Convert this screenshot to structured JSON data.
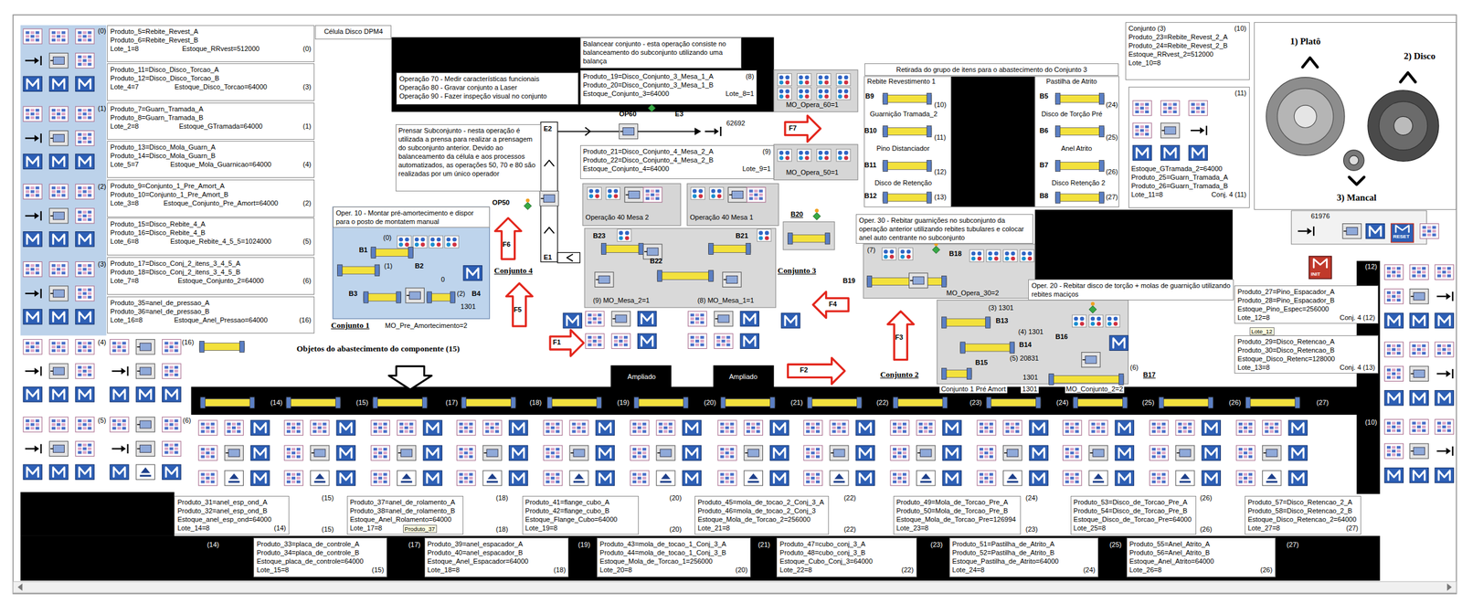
{
  "diagram": {
    "nodes": [
      {
        "text": [
          "Produto_5=Rebite_Revest_A",
          "Produto_6=Rebite_Revest_B",
          "Lote_1=8",
          "Estoque_RRvest=512000",
          "(0)"
        ]
      },
      {
        "text": [
          "Produto_11=Disco_Disco_Torcao_A",
          "Produto_12=Disco_Disco_Torcao_B",
          "Lote_4=7",
          "Estoque_Disco_Torcao=64000",
          "(3)"
        ]
      },
      {
        "text": [
          "Produto_7=Guarn_Tramada_A",
          "Produto_8=Guarn_Tramada_B",
          "Lote_2=8",
          "Estoque_GTramada=64000",
          "(1)"
        ]
      },
      {
        "text": [
          "Produto_13=Disco_Mola_Guarn_A",
          "Produto_14=Disco_Mola_Guarn_B",
          "Lote_5=7",
          "Estoque_Mola_Guarnicao=64000",
          "(4)"
        ]
      },
      {
        "text": [
          "Produto_9=Conjunto_1_Pre_Amort_A",
          "Produto_10=Conjunto_1_Pre_Amort_B",
          "Lote_3=8",
          "Estoque_Conjunto_Pre_Amort=64000",
          "(2)"
        ]
      },
      {
        "text": [
          "Produto_15=Disco_Rebite_4_A",
          "Produto_16=Disco_Rebite_4_B",
          "Lote_6=8",
          "Estoque_Rebite_4_5_5=1024000",
          "(5)"
        ]
      },
      {
        "text": [
          "Produto_17=Disco_Conj_2_itens_3_4_5_A",
          "Produto_18=Disco_Conj_2_itens_3_4_5_B",
          "Lote_7=8",
          "Estoque_Conjunto_2=64000",
          "(6)"
        ]
      },
      {
        "text": [
          "Produto_35=anel_de_pressao_A",
          "Produto_36=anel_de_pressao_B",
          "Lote_16=8",
          "Estoque_Anel_Pressao=64000",
          "(16)"
        ]
      },
      {
        "text": [
          "Célula Disco DPM4"
        ]
      },
      {
        "text": [
          "Balancear conjunto - esta operação consiste no balanceamento do subconjunto utilizando uma balança"
        ]
      },
      {
        "text": [
          "Operação 70 - Medir características funcionais",
          "Operação 80 - Gravar conjunto a Laser",
          "Operação 90 - Fazer inspeção visual no conjunto"
        ]
      },
      {
        "text": [
          "Produto_19=Disco_Conjunto_3_Mesa_1_A",
          "(8)",
          "Produto_20=Disco_Conjunto_3_Mesa_1_B",
          "Estoque_Conjunto_3=64000",
          "Lote_8=1"
        ]
      },
      {
        "text": [
          "Prensar Subconjunto - nesta operação é utilizada a prensa para realizar a prensagem do subconjunto anterior. Devido ao balanceamento da célula e aos processos automatizados, as operações 50, 70 e 80 são realizadas por um único operador"
        ]
      },
      {
        "text": [
          "Produto_21=Disco_Conjunto_4_Mesa_2_A",
          "(9)",
          "Produto_22=Disco_Conjunto_4_Mesa_2_B",
          "Estoque_Conjunto_4=64000",
          "Lote_9=1"
        ]
      },
      {
        "text": [
          "Oper. 10 - Montar pré-amortecimento e dispor para o posto de montatem manual"
        ]
      },
      {
        "text": [
          "Retirada do grupo de itens para o abastecimento do Conjunto 3"
        ]
      },
      {
        "text": [
          "Conjunto (3)",
          "(10)",
          "Produto_23=Rebite_Revest_2_A",
          "Produto_24=Rebite_Revest_2_B",
          "Estoque_RRvest_2=512000",
          "Lote_10=8"
        ]
      },
      {
        "text": [
          "(11)",
          "Estoque_GTramada_2=64000",
          "Produto_25=Guarn_Tramada_A",
          "Produto_26=Guarn_Tramada_B",
          "Lote_11=8",
          "Conj. 4 (11)"
        ]
      },
      {
        "text": [
          "1) Platô",
          "2) Disco",
          "3) Mancal"
        ]
      },
      {
        "text": [
          "Oper. 30 - Rebitar guarnições no subconjunto da operação anterior utilizando rebites tubulares e colocar anel auto centrante no subconjunto"
        ]
      },
      {
        "text": [
          "Oper. 20 - Rebitar disco de torção + molas de guarnição utilizando rebites maciços"
        ]
      },
      {
        "text": [
          "Produto_27=Pino_Espacador_A",
          "Produto_28=Pino_Espacador_B",
          "Estoque_Pino_Espec=256000",
          "Lote_12=8",
          "Conj. 4 (12)"
        ]
      },
      {
        "text": [
          "Produto_29=Disco_Retencao_A",
          "Produto_30=Disco_Retencao_B",
          "Estoque_Disco_Retenc=128000",
          "Lote_13=8",
          "Conj. 4 (13)"
        ]
      },
      {
        "text": [
          "Produto_31=anel_esp_ond_A",
          "Produto_32=anel_esp_ond_B",
          "Estoque_anel_esp_ond=64000",
          "Lote_14=8",
          "(14)"
        ]
      },
      {
        "text": [
          "Produto_37=anel_de_rolamento_A",
          "Produto_38=anel_de_rolamento_B",
          "Estoque_Anel_Rolamento=64000",
          "Lote_17=8"
        ]
      },
      {
        "text": [
          "Produto_41=flange_cubo_A",
          "Produto_42=flange_cubo_B",
          "Estoque_Flange_Cubo=64000",
          "Lote_19=8"
        ]
      },
      {
        "text": [
          "Produto_45=mola_de_tocao_2_Conj_3_A",
          "Produto_46=mola_de_tocao_2_Conj_3",
          "Estoque_Mola_de_Torcao_2=256000",
          "Lote_21=8"
        ]
      },
      {
        "text": [
          "Produto_49=Mola_de_Torcao_Pre_A",
          "Produto_50=Mola_de_Torcao_Pre_B",
          "Estoque_Mola_de_Torcao_Pre=126994",
          "Lote_23=8"
        ]
      },
      {
        "text": [
          "Produto_53=Disco_de_Torcao_Pre_A",
          "Produto_54=Disco_de_Torcao_Pre_B",
          "Estoque_Disco_de_Torcao_Pre=64000",
          "Lote_25=8"
        ]
      },
      {
        "text": [
          "Produto_57=Disco_Retencao_2_A",
          "Produto_58=Disco_Retencao_2_B",
          "Estoque_Disco_Retencao_2=64000",
          "Lote_27=8",
          "(27)"
        ]
      },
      {
        "text": [
          "Produto_33=placa_de_controle_A",
          "Produto_34=placa_de_controle_B",
          "Estoque_placa_de_controle=64000",
          "Lote_15=8",
          "(15)"
        ]
      },
      {
        "text": [
          "Produto_39=anel_espacador_A",
          "Produto_40=anel_espacador_B",
          "Estoque_Anel_Espacador=64000",
          "Lote_18=8",
          "(18)"
        ]
      },
      {
        "text": [
          "Produto_43=mola_de_tocao_1_Conj_3_A",
          "Produto_44=mola_de_tocao_1_Conj_3_B",
          "Estoque_Mola_de_Torcao_1=256000",
          "Lote_20=8",
          "(20)"
        ]
      },
      {
        "text": [
          "Produto_47=cubo_conj_3_A",
          "Produto_48=cubo_conj_3_B",
          "Estoque_Cubo_Conj_3=64000",
          "Lote_22=8",
          "(22)"
        ]
      },
      {
        "text": [
          "Produto_51=Pastilha_de_Atrito_A",
          "Produto_52=Pastilha_de_Atrito_B",
          "Estoque_Pastilha_de_Atrito=64000",
          "Lote_24=8",
          "(24)"
        ]
      },
      {
        "text": [
          "Produto_55=Anel_Atrito_A",
          "Produto_56=Anel_Atrito_B",
          "Estoque_Anel_Atrito=64000",
          "Lote_26=8",
          "(26)"
        ]
      }
    ],
    "labels": [
      "(0)",
      "(1)",
      "(2)",
      "(3)",
      "(4)",
      "(16)",
      "(5)",
      "(6)",
      "E2",
      "OP60",
      "E3",
      "62692",
      "F7",
      "MO_Opera_60=1",
      "MO_Opera_50=1",
      "OP50",
      "E1",
      "Operação 40 Mesa 2",
      "Operação 40 Mesa 1",
      "B23",
      "B22",
      "B21",
      "(9) MO_Mesa_2=1",
      "(8) MO_Mesa_1=1",
      "Conjunto 4",
      "F6",
      "F5",
      "B20",
      "Conjunto 3",
      "F4",
      "(0)",
      "B1",
      "B2",
      "(1)",
      "0",
      "B3",
      "(2)",
      "B4",
      "1301",
      "Conjunto 1",
      "MO_Pre_Amortecimento=2",
      "Objetos do abastecimento do componente (15)",
      "F1",
      "Ampliado",
      "Ampliado",
      "F2",
      "F3",
      "Conjunto 2",
      "Rebite Revestimento 1",
      "B9",
      "(10)",
      "Guarnição Tramada_2",
      "B10",
      "(11)",
      "Pino Distanciador",
      "B11",
      "(12)",
      "Disco de Retenção",
      "B12",
      "(13)",
      "Pastilha de Atrito",
      "B5",
      "(24)",
      "Disco de Torção Pré",
      "B6",
      "(25)",
      "Anel Atrito",
      "B7",
      "(26)",
      "Disco Retenção 2",
      "B8",
      "(27)",
      "(7)",
      "B18",
      "B19",
      "MO_Opera_30=2",
      "(3) 1301",
      "B13",
      "(4) 1301",
      "B14",
      "B16",
      "(5) 20831",
      "B15",
      "1301",
      "(6)",
      "B17",
      "Conjunto 1 Pré Amort",
      "1301",
      "MO_Conjunto_2=2",
      "61976",
      "(12)",
      "(13)",
      "(10)",
      "Lote_12",
      "(14)",
      "(15)",
      "(17)",
      "(18)",
      "(19)",
      "(20)",
      "(21)",
      "(22)",
      "(23)",
      "(24)",
      "(25)",
      "(26)",
      "(27)",
      "(15)",
      "(15)",
      "(18)",
      "(18)",
      "(20)",
      "(20)",
      "(22)",
      "(22)",
      "(24)",
      "(23)",
      "(26)",
      "(26)",
      "(14)",
      "(17)",
      "(19)",
      "(21)",
      "(23)",
      "(25)",
      "(27)",
      "Produto_37",
      "RESET",
      "INIT"
    ]
  }
}
